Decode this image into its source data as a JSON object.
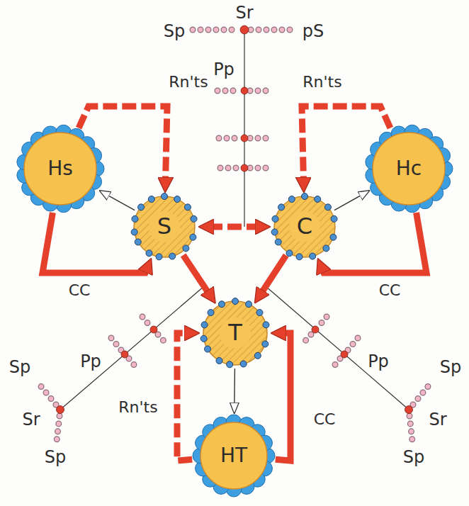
{
  "diagram": {
    "nodes": [
      {
        "text": [
          "Hs"
        ]
      },
      {
        "text": [
          "Hc"
        ]
      },
      {
        "text": [
          "S"
        ]
      },
      {
        "text": [
          "C"
        ]
      },
      {
        "text": [
          "T"
        ]
      },
      {
        "text": [
          "HT"
        ]
      }
    ],
    "edges": [
      {
        "from": 0,
        "to": 2,
        "label": "Rn'ts",
        "arrow": "to"
      },
      {
        "from": 1,
        "to": 3,
        "label": "Rn'ts",
        "arrow": "to"
      },
      {
        "from": 2,
        "to": 0,
        "arrow": "to"
      },
      {
        "from": 3,
        "to": 1,
        "arrow": "to"
      },
      {
        "from": 2,
        "to": 3,
        "arrow": "both"
      },
      {
        "from": 0,
        "to": 2,
        "label": "CC",
        "arrow": "to"
      },
      {
        "from": 1,
        "to": 3,
        "label": "CC",
        "arrow": "to"
      },
      {
        "from": 2,
        "to": 4,
        "arrow": "to"
      },
      {
        "from": 3,
        "to": 4,
        "arrow": "to"
      },
      {
        "from": 4,
        "to": 5,
        "arrow": "to"
      },
      {
        "from": 5,
        "to": 4,
        "label": "Rn'ts",
        "arrow": "to"
      },
      {
        "from": 5,
        "to": 4,
        "label": "CC",
        "arrow": "to"
      }
    ],
    "labels": [
      "Sr",
      "Sp",
      "pS",
      "Pp",
      "Sp",
      "Pp",
      "Sr",
      "Sp",
      "Pp",
      "Sp",
      "Sr",
      "Sp"
    ]
  }
}
